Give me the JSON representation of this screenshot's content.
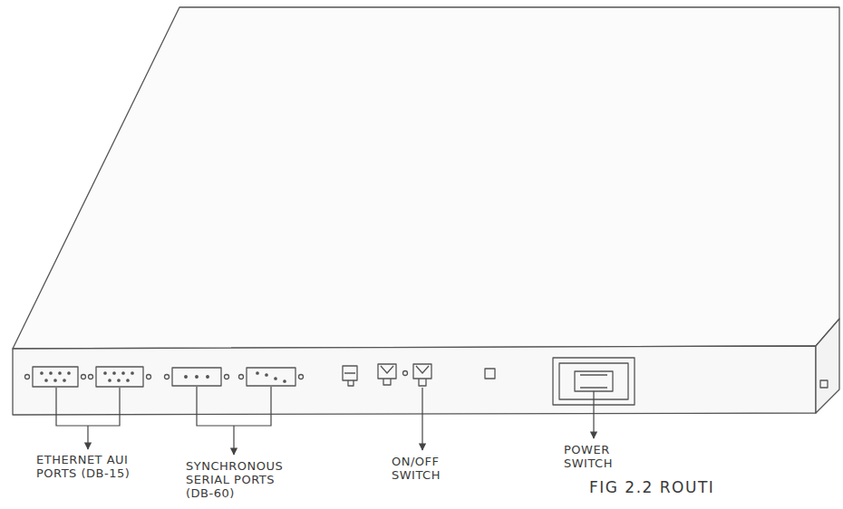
{
  "diagram": {
    "caption": "FIG 2.2 ROUTI",
    "labels": [
      "ETHERNET AUI PORTS (DB-15)",
      "SYNCHRONOUS SERIAL PORTS (DB-60)",
      "ON/OFF SWITCH",
      "POWER SWITCH"
    ]
  }
}
